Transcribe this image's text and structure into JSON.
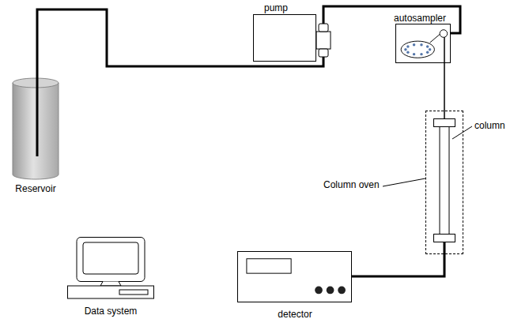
{
  "diagram": {
    "nodes": [
      {
        "text": [
          "Reservoir"
        ]
      },
      {
        "text": [
          "pump"
        ]
      },
      {
        "text": [
          "autosampler"
        ]
      },
      {
        "text": [
          "Column oven"
        ]
      },
      {
        "text": [
          "column"
        ],
        "in": 3
      },
      {
        "text": [
          "detector"
        ]
      },
      {
        "text": [
          "Data system"
        ]
      }
    ],
    "edges": [
      {
        "from": 0,
        "to": 1,
        "arrow": "none"
      },
      {
        "from": 1,
        "to": 2,
        "arrow": "none"
      },
      {
        "from": 2,
        "to": 4,
        "arrow": "none"
      },
      {
        "from": 4,
        "to": 5,
        "arrow": "none"
      }
    ]
  }
}
